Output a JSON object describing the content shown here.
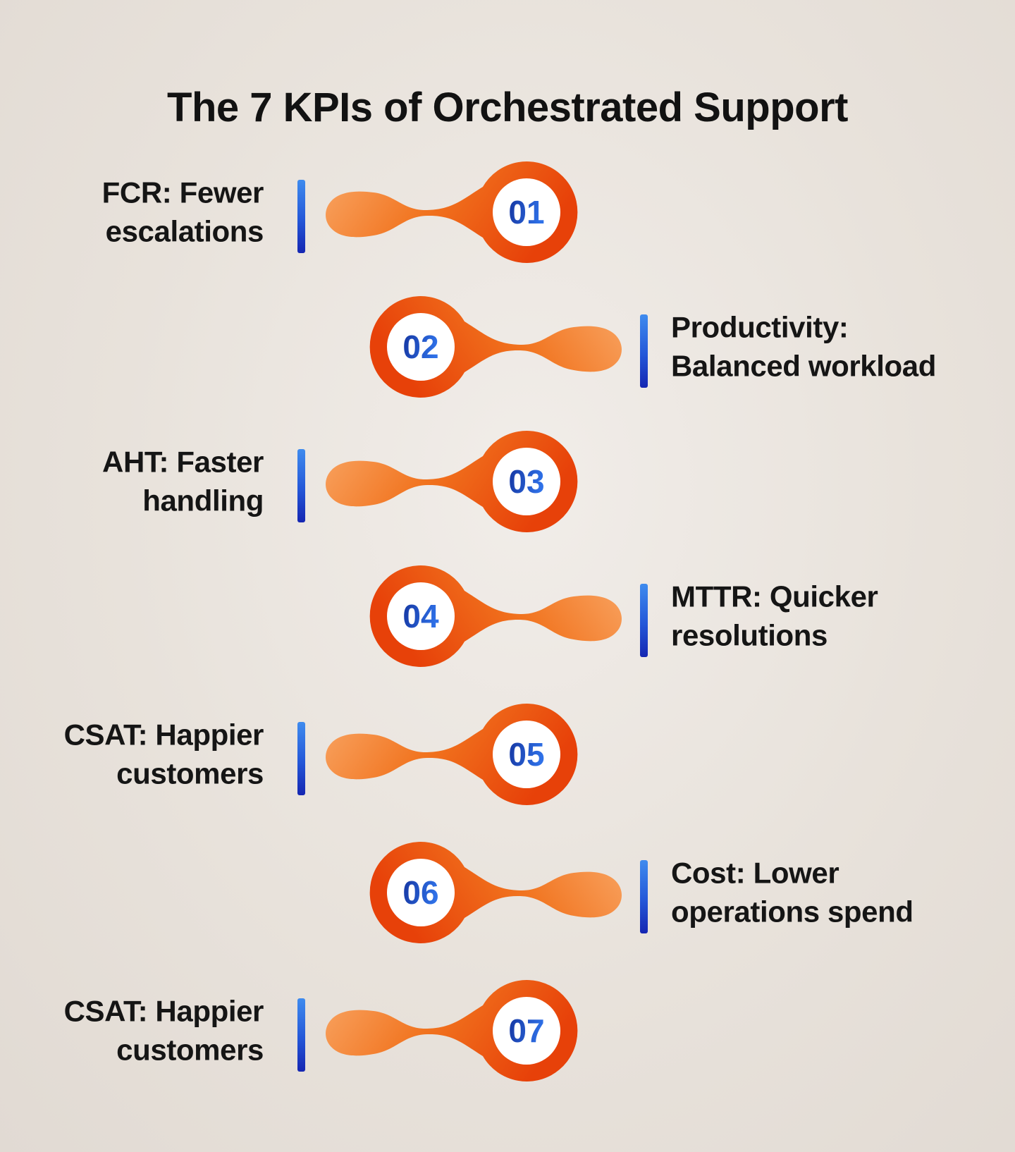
{
  "title": "The 7 KPIs of Orchestrated Support",
  "colors": {
    "background": "#E8E2DB",
    "title_text": "#121212",
    "label_text": "#151515",
    "accent_bar_top": "#3F8BEE",
    "accent_bar_bottom": "#1526B2",
    "comet_light": "#F9A766",
    "comet_mid": "#F1731E",
    "comet_dark": "#E74109",
    "number_dark": "#1535A0",
    "number_light": "#2F71E8",
    "badge_fill": "#FFFFFF"
  },
  "items": [
    {
      "number": "01",
      "label_line1": "FCR: Fewer",
      "label_line2": "escalations"
    },
    {
      "number": "02",
      "label_line1": "Productivity:",
      "label_line2": "Balanced workload"
    },
    {
      "number": "03",
      "label_line1": "AHT: Faster",
      "label_line2": "handling"
    },
    {
      "number": "04",
      "label_line1": "MTTR: Quicker",
      "label_line2": "resolutions"
    },
    {
      "number": "05",
      "label_line1": "CSAT: Happier",
      "label_line2": "customers"
    },
    {
      "number": "06",
      "label_line1": "Cost: Lower",
      "label_line2": "operations spend"
    },
    {
      "number": "07",
      "label_line1": "CSAT: Happier",
      "label_line2": "customers"
    }
  ]
}
